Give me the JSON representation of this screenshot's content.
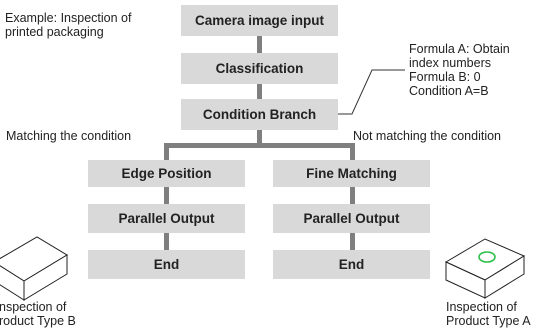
{
  "example_label": [
    "Example: Inspection of",
    "printed packaging"
  ],
  "nodes": {
    "camera": "Camera image input",
    "classification": "Classification",
    "condition_branch": "Condition Branch",
    "left": [
      "Edge Position",
      "Parallel Output",
      "End"
    ],
    "right": [
      "Fine Matching",
      "Parallel Output",
      "End"
    ]
  },
  "callout": [
    "Formula A: Obtain",
    "index numbers",
    "Formula B: 0",
    "Condition A=B"
  ],
  "branch_labels": {
    "matching": "Matching the condition",
    "not_matching": "Not matching the condition"
  },
  "products": {
    "left_caption": [
      "nspection of",
      "roduct Type B"
    ],
    "right_caption": [
      "Inspection of",
      "Product Type A"
    ]
  },
  "colors": {
    "box_fill": "#d9d9d9",
    "connector": "#7f7f7f",
    "marker_ring": "#2fbf4a"
  }
}
